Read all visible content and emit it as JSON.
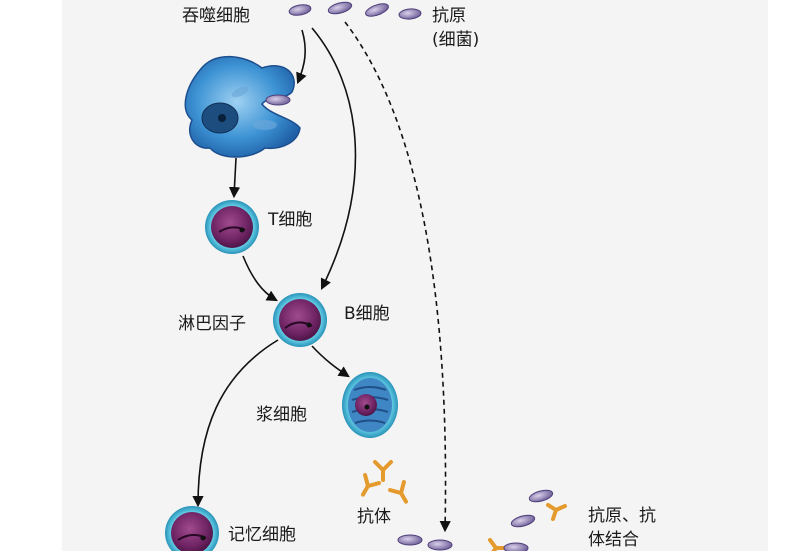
{
  "labels": {
    "phagocyte": "吞噬细胞",
    "antigen": "抗原",
    "antigen_note": "(细菌)",
    "t_cell": "T细胞",
    "lymphokine": "淋巴因子",
    "b_cell": "B细胞",
    "plasma_cell": "浆细胞",
    "memory_cell": "记忆细胞",
    "antibody": "抗体",
    "complex_line1": "抗原、抗",
    "complex_line2": "体结合"
  },
  "colors": {
    "panel_background": "#f4f4f4",
    "cell_ring": "#3fb6d6",
    "cell_body": "#7b2d6e",
    "phagocyte": "#2a7fc4",
    "antigen": "#8a78b0",
    "antibody": "#e49a2c",
    "arrow": "#111111"
  }
}
